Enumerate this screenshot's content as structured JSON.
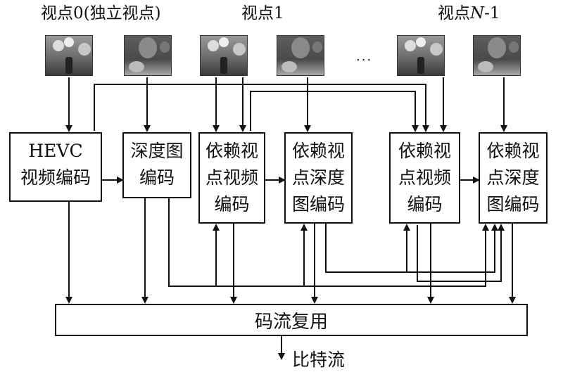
{
  "views": [
    {
      "label": "视点0(独立视点)"
    },
    {
      "label": "视点1"
    },
    {
      "label": "视点N-1"
    }
  ],
  "ellipsis": "...",
  "encoders": [
    {
      "lines": [
        "HEVC",
        "视频编码"
      ]
    },
    {
      "lines": [
        "深度图",
        "编码"
      ]
    },
    {
      "lines": [
        "依赖视",
        "点视频",
        "编码"
      ]
    },
    {
      "lines": [
        "依赖视",
        "点深度",
        "图编码"
      ]
    },
    {
      "lines": [
        "依赖视",
        "点视频",
        "编码"
      ]
    },
    {
      "lines": [
        "依赖视",
        "点深度",
        "图编码"
      ]
    }
  ],
  "mux_label": "码流复用",
  "output_label": "比特流"
}
